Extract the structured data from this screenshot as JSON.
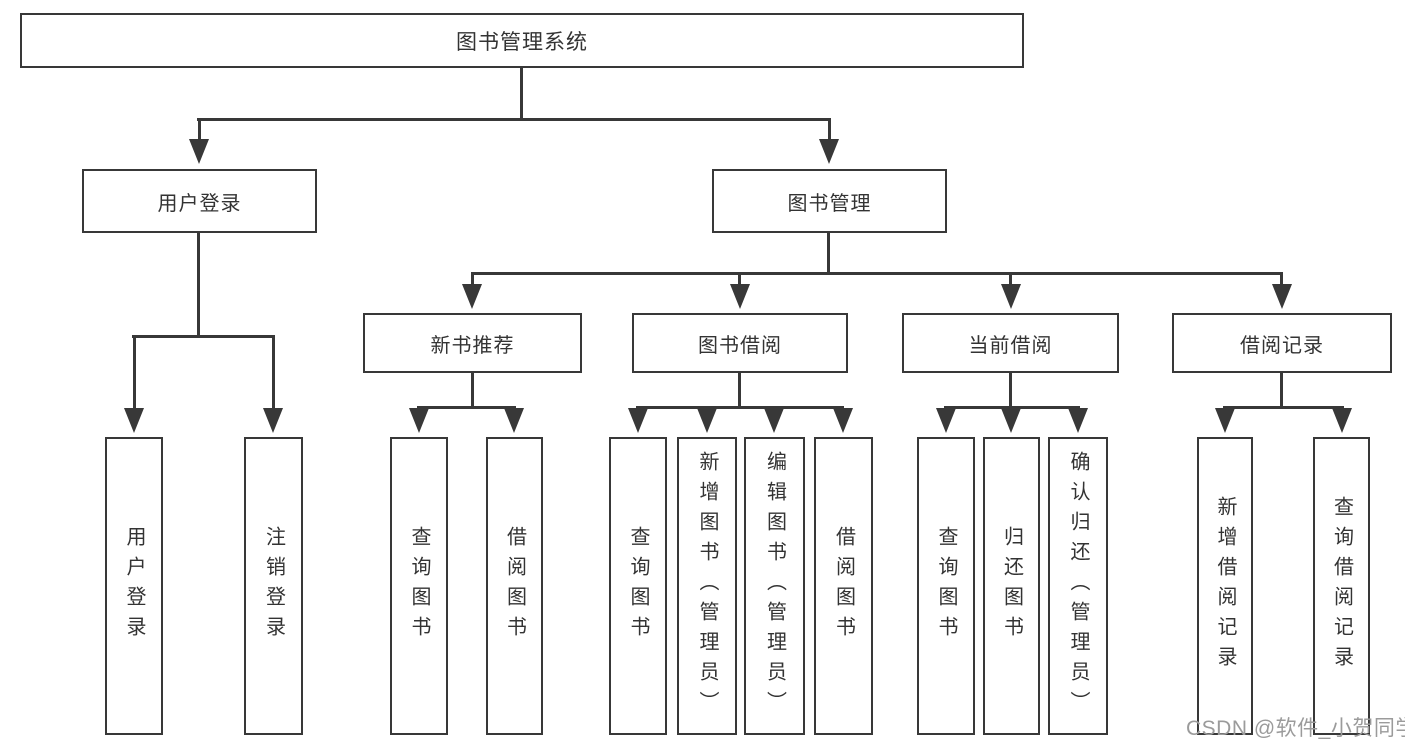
{
  "diagram": {
    "type": "tree-structure-diagram",
    "colors": {
      "line": "#383838",
      "border": "#383838",
      "text": "#333333",
      "box_background": "#ffffff",
      "page_background": "#ffffff",
      "watermark": "#9b9b9b"
    },
    "nodes": {
      "root": "图书管理系统",
      "user_login": "用户登录",
      "book_management": "图书管理",
      "new_book_recommend": "新书推荐",
      "book_borrow": "图书借阅",
      "current_borrow": "当前借阅",
      "borrow_records": "借阅记录",
      "leaf_user_login": "用户登录",
      "leaf_logout": "注销登录",
      "leaf_query_book_recommend": "查询图书",
      "leaf_borrow_book_recommend": "借阅图书",
      "leaf_query_book_borrow": "查询图书",
      "leaf_add_book_admin": "新增图书（管理员）",
      "leaf_edit_book_admin": "编辑图书（管理员）",
      "leaf_borrow_book_borrow": "借阅图书",
      "leaf_query_book_current": "查询图书",
      "leaf_return_book": "归还图书",
      "leaf_confirm_return_admin": "确认归还（管理员）",
      "leaf_add_borrow_record": "新增借阅记录",
      "leaf_query_borrow_record": "查询借阅记录"
    },
    "edges": [
      "图书管理系统 -> 用户登录",
      "图书管理系统 -> 图书管理",
      "用户登录 -> 用户登录(叶)",
      "用户登录 -> 注销登录",
      "图书管理 -> 新书推荐",
      "图书管理 -> 图书借阅",
      "图书管理 -> 当前借阅",
      "图书管理 -> 借阅记录",
      "新书推荐 -> 查询图书",
      "新书推荐 -> 借阅图书",
      "图书借阅 -> 查询图书",
      "图书借阅 -> 新增图书（管理员）",
      "图书借阅 -> 编辑图书（管理员）",
      "图书借阅 -> 借阅图书",
      "当前借阅 -> 查询图书",
      "当前借阅 -> 归还图书",
      "当前借阅 -> 确认归还（管理员）",
      "借阅记录 -> 新增借阅记录",
      "借阅记录 -> 查询借阅记录"
    ],
    "watermark": "CSDN @软件_小贺同学"
  }
}
